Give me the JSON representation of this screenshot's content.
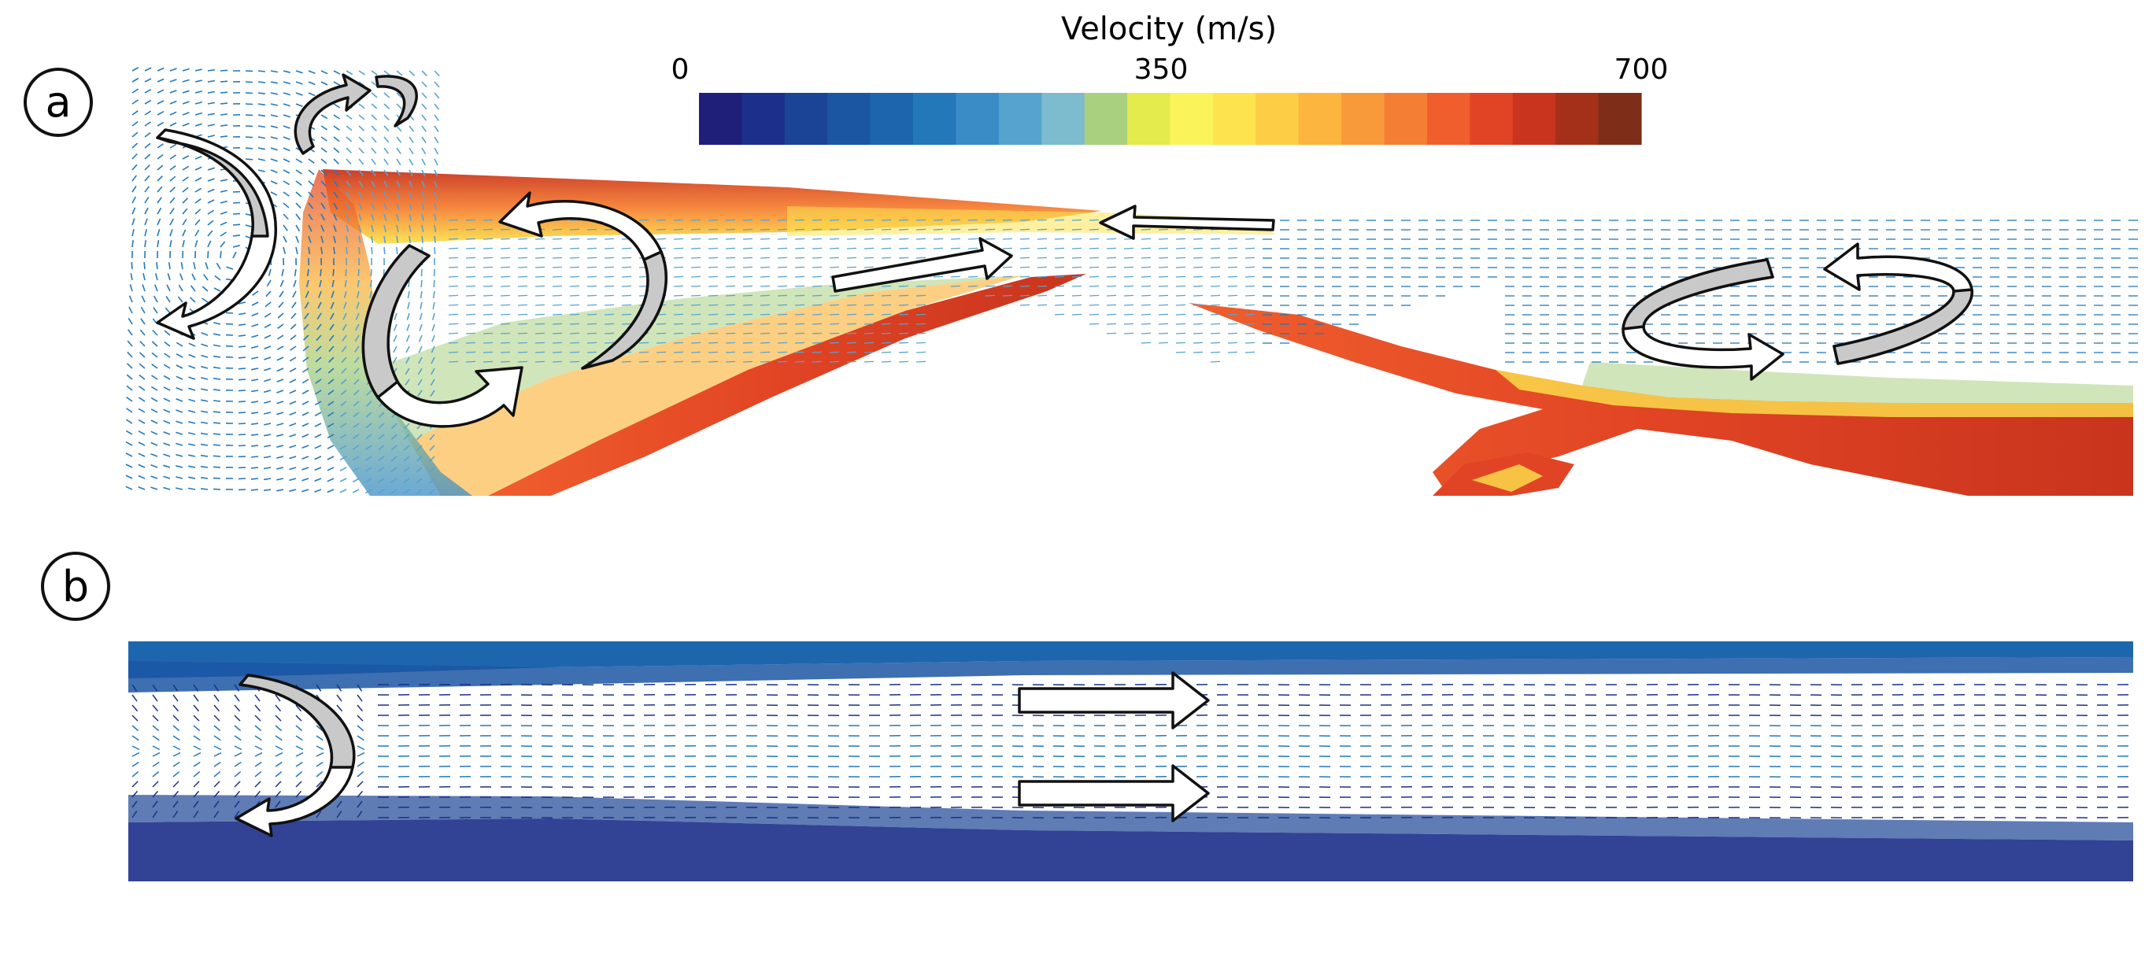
{
  "colorbar": {
    "title": "Velocity (m/s)",
    "ticks": [
      "0",
      "350",
      "700"
    ],
    "colors": [
      "#1f1f7a",
      "#1c2f8a",
      "#1b4496",
      "#1b56a3",
      "#1d66ad",
      "#2378b9",
      "#3a8cc6",
      "#56a3cf",
      "#7cbcce",
      "#a9d07f",
      "#e4eb4c",
      "#fbf35a",
      "#fde34e",
      "#fdcd45",
      "#fcb53f",
      "#f99a3a",
      "#f57e35",
      "#f05e2d",
      "#e14424",
      "#c8341d",
      "#a5301a",
      "#7e2e18"
    ]
  },
  "panels": {
    "a": {
      "label": "a"
    },
    "b": {
      "label": "b"
    }
  }
}
